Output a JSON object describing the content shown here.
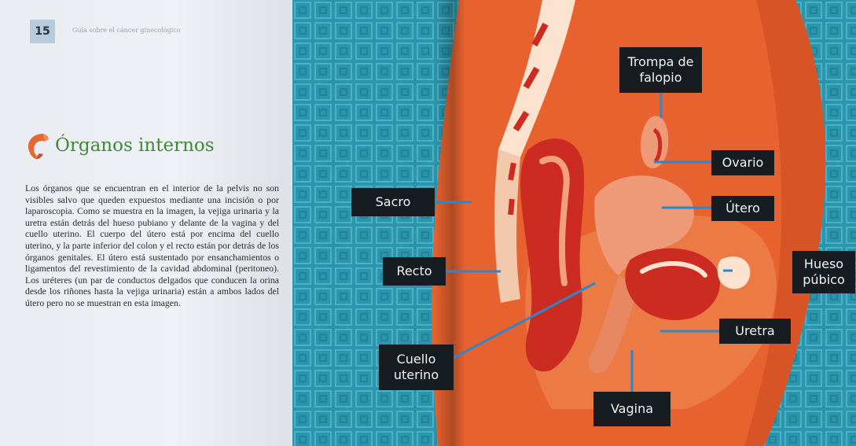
{
  "page": {
    "number": "15",
    "running_head": "Guía sobre el cáncer ginecológico"
  },
  "section": {
    "icon": "pelvis-icon",
    "title": "Órganos internos",
    "title_color": "#3f8a37",
    "body": "Los órganos que se encuentran en el interior de la pelvis no son visibles salvo que queden expuestos mediante una incisión o por laparoscopia. Como se muestra en la imagen, la vejiga urinaria y la uretra están detrás del hueso pubiano y delante de la vagina y del cuello uterino. El cuerpo del útero está por encima del cuello uterino, y la parte inferior del colon y el recto están por detrás de los órganos genitales. El útero está sustentado por ensanchamientos o ligamentos del revestimiento de la cavidad abdominal (peritoneo). Los uréteres (un par de conductos delgados que conducen la orina desde los riñones hasta la vejiga urinaria) están a ambos lados del útero pero no se muestran en esta imagen."
  },
  "diagram": {
    "labels": {
      "trompa": "Trompa de falopio",
      "ovario": "Ovario",
      "sacro": "Sacro",
      "utero": "Útero",
      "recto": "Recto",
      "hueso": "Hueso púbico",
      "uretra": "Uretra",
      "cuello": "Cuello uterino",
      "vagina": "Vagina"
    },
    "colors": {
      "background_teal": "#2a95ac",
      "body_orange": "#e8622f",
      "organ_red": "#cc2b22",
      "tissue_pink": "#ee9a78",
      "bone_cream": "#fbe3d0",
      "label_bg": "#171c21",
      "leader_line": "#2f86c8"
    }
  }
}
